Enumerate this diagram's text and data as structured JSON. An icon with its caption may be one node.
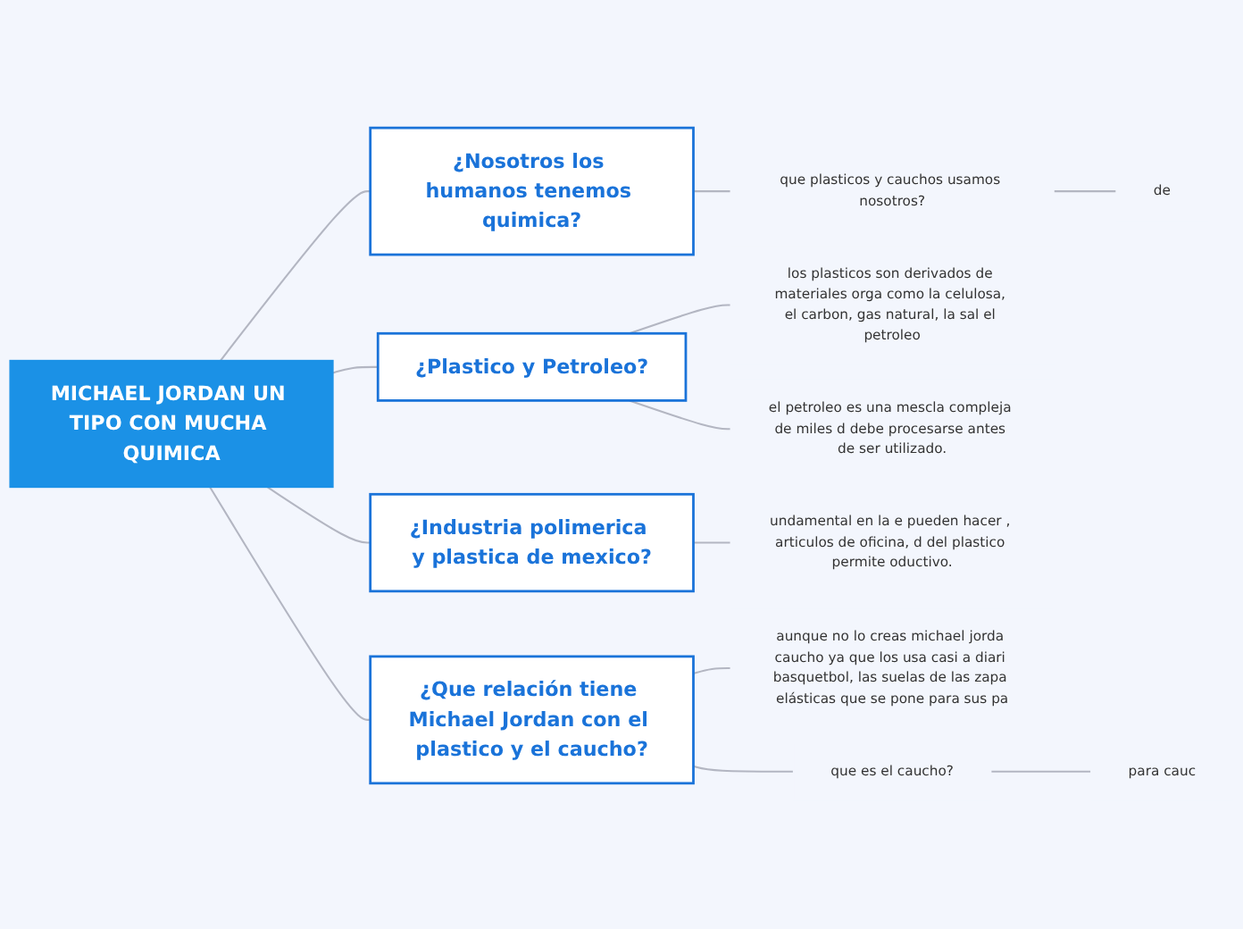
{
  "diagram": {
    "nodes": [
      {
        "text": [
          "MICHAEL JORDAN UN TIPO CON MUCHA QUIMICA"
        ]
      },
      {
        "text": [
          "¿Nosotros los humanos tenemos quimica?"
        ]
      },
      {
        "text": [
          "¿Plastico y Petroleo?"
        ]
      },
      {
        "text": [
          "¿Industria polimerica y plastica de mexico?"
        ]
      },
      {
        "text": [
          "¿Que relación tiene Michael Jordan con el plastico y el caucho?"
        ]
      },
      {
        "text": [
          "que plasticos y cauchos usamos nosotros?"
        ]
      },
      {
        "text": [
          "de"
        ]
      },
      {
        "text": [
          "los plasticos son derivados de materiales orga como la celulosa, el carbon, gas natural, la sal el petroleo"
        ]
      },
      {
        "text": [
          "el petroleo es una mescla compleja de miles d debe procesarse antes de ser utilizado."
        ]
      },
      {
        "text": [
          "undamental en la e pueden hacer , articulos de oficina, d del plastico permite oductivo."
        ]
      },
      {
        "text": [
          "aunque no lo creas michael jorda caucho ya que los usa casi a diari basquetbol, las suelas de las zapa elásticas que se pone para sus pa"
        ]
      },
      {
        "text": [
          "que es el caucho?"
        ]
      },
      {
        "text": [
          "para cauc"
        ]
      }
    ],
    "edges": [
      {
        "from": 0,
        "to": 1,
        "arrow": "none"
      },
      {
        "from": 0,
        "to": 2,
        "arrow": "none"
      },
      {
        "from": 0,
        "to": 3,
        "arrow": "none"
      },
      {
        "from": 0,
        "to": 4,
        "arrow": "none"
      },
      {
        "from": 1,
        "to": 5,
        "arrow": "none"
      },
      {
        "from": 5,
        "to": 6,
        "arrow": "none"
      },
      {
        "from": 2,
        "to": 7,
        "arrow": "none"
      },
      {
        "from": 2,
        "to": 8,
        "arrow": "none"
      },
      {
        "from": 3,
        "to": 9,
        "arrow": "none"
      },
      {
        "from": 4,
        "to": 10,
        "arrow": "none"
      },
      {
        "from": 4,
        "to": 11,
        "arrow": "none"
      },
      {
        "from": 11,
        "to": 12,
        "arrow": "none"
      }
    ]
  }
}
